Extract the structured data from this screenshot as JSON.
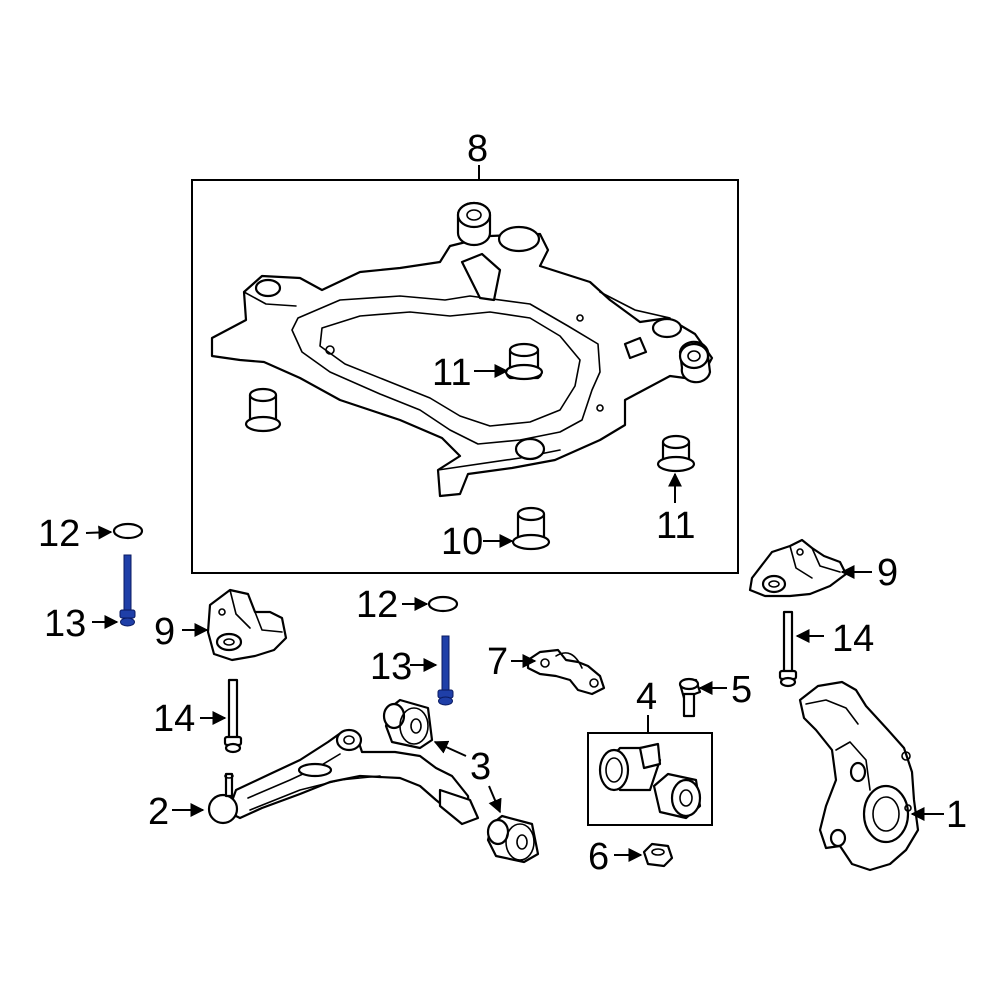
{
  "diagram": {
    "highlight_color": "#1f3fa8",
    "line_color": "#000000",
    "callouts": {
      "c1": "1",
      "c2": "2",
      "c3": "3",
      "c4": "4",
      "c5": "5",
      "c6": "6",
      "c7": "7",
      "c8": "8",
      "c9a": "9",
      "c9b": "9",
      "c10": "10",
      "c11a": "11",
      "c11b": "11",
      "c12a": "12",
      "c12b": "12",
      "c13a": "13",
      "c13b": "13",
      "c14a": "14",
      "c14b": "14"
    },
    "highlighted_parts": [
      "13"
    ]
  }
}
